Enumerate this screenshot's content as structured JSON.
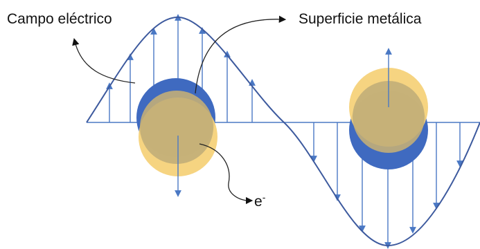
{
  "labels": {
    "electric_field": "Campo eléctrico",
    "metal_surface": "Superficie metálica",
    "electron": "e",
    "electron_superscript": "-"
  },
  "colors": {
    "wave": "#3d5a9e",
    "field_arrow": "#4a78c4",
    "electron_cloud": "#f5d27a",
    "metal_disc": "#3f6ac0",
    "overlap": "#c2ae78",
    "pointer": "#222222"
  }
}
